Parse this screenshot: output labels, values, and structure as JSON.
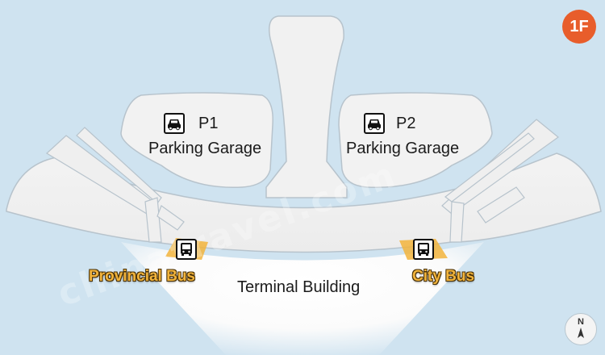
{
  "floor_badge": "1F",
  "compass": {
    "label": "N"
  },
  "watermark": "chinatravel.com",
  "parking": [
    {
      "code": "P1",
      "name": "Parking Garage",
      "icon": "car-icon"
    },
    {
      "code": "P2",
      "name": "Parking Garage",
      "icon": "car-icon"
    }
  ],
  "terminal": {
    "name": "Terminal Building"
  },
  "bus_stops": [
    {
      "name": "Provincial Bus",
      "icon": "bus-icon"
    },
    {
      "name": "City Bus",
      "icon": "bus-icon"
    }
  ],
  "colors": {
    "background": "#cfe3f0",
    "building": "#f2f2f2",
    "outline": "#b7c3cc",
    "floor_badge": "#e85d2b",
    "bus_highlight": "#f2b43c"
  }
}
